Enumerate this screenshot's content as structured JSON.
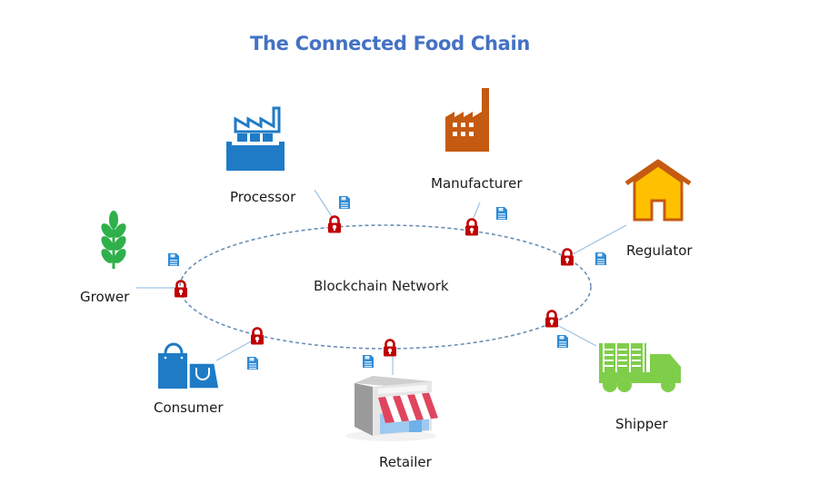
{
  "title": "The Connected Food Chain",
  "network_label": "Blockchain Network",
  "colors": {
    "title": "#4472c4",
    "ring": "#6b8fb5",
    "connector": "#9dc3e6",
    "lock": "#c00000",
    "document": "#2e8bd6",
    "processor": "#1f7bc6",
    "manufacturer": "#c55a11",
    "regulator_fill": "#ffc000",
    "regulator_stroke": "#c55a11",
    "grower": "#2fb04a",
    "consumer": "#1f7bc6",
    "shipper": "#7fce4a",
    "awning": "#e0455f"
  },
  "nodes": [
    {
      "id": "processor",
      "label": "Processor",
      "icon": "factory-icon"
    },
    {
      "id": "manufacturer",
      "label": "Manufacturer",
      "icon": "industrial-plant-icon"
    },
    {
      "id": "regulator",
      "label": "Regulator",
      "icon": "house-icon"
    },
    {
      "id": "shipper",
      "label": "Shipper",
      "icon": "truck-icon"
    },
    {
      "id": "retailer",
      "label": "Retailer",
      "icon": "storefront-icon"
    },
    {
      "id": "consumer",
      "label": "Consumer",
      "icon": "shopping-bags-icon"
    },
    {
      "id": "grower",
      "label": "Grower",
      "icon": "wheat-icon"
    }
  ],
  "ring_icons": {
    "lock": "padlock-icon",
    "document": "document-icon"
  }
}
